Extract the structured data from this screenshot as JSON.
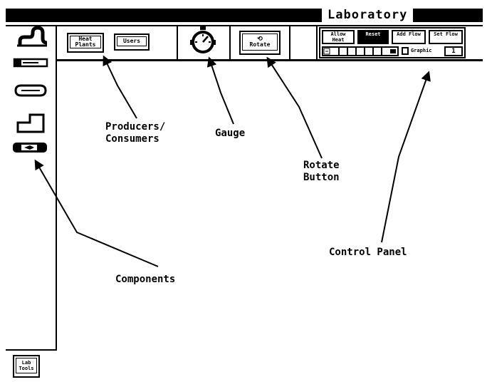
{
  "window": {
    "title": "Laboratory"
  },
  "toolbar": {
    "producers": [
      {
        "label": "Heat Plants"
      },
      {
        "label": "Users"
      }
    ],
    "rotate_label": "Rotate"
  },
  "control_panel": {
    "cells": [
      "Allow Heat",
      "Reset",
      "Add Flow",
      "Set Flow"
    ],
    "graphic_label": "Graphic",
    "graphic_value": "1"
  },
  "annotations": {
    "producers": "Producers/\nConsumers",
    "gauge": "Gauge",
    "rotate": "Rotate\nButton",
    "control_panel": "Control Panel",
    "components": "Components"
  },
  "sidebar": {
    "components": [
      "pipe-bend",
      "straight-pipe",
      "connector",
      "elbow-pipe",
      "valve"
    ],
    "bottom_label": "Lab Tools"
  }
}
